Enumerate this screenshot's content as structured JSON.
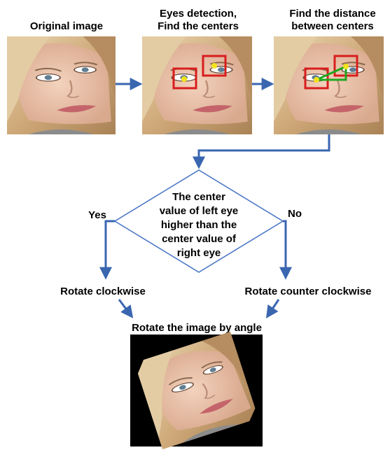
{
  "steps": {
    "original": "Original image",
    "detect_line1": "Eyes detection,",
    "detect_line2": "Find the centers",
    "distance_line1": "Find the distance",
    "distance_line2": "between centers"
  },
  "decision": {
    "line1": "The center",
    "line2": "value of left eye",
    "line3": "higher than the",
    "line4": "center value of",
    "line5": "right eye"
  },
  "branches": {
    "yes": "Yes",
    "no": "No",
    "clockwise": "Rotate clockwise",
    "counter_clockwise": "Rotate counter clockwise"
  },
  "final": "Rotate the image by angle",
  "colors": {
    "arrow": "#3a66b0",
    "detection_box": "#d81e1e",
    "distance_line": "#1fa81f",
    "eye_center": "#f2e21a",
    "diamond_border": "#4472c4",
    "rotated_background": "#000000"
  }
}
